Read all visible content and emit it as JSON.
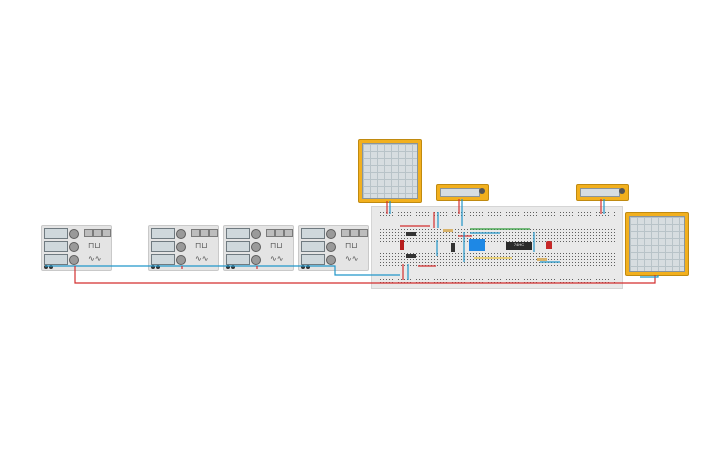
{
  "app": {
    "surface": "circuit-canvas"
  },
  "function_generators": [
    {
      "id": "fg1",
      "waves": [
        "⊓⊔",
        "∿∿"
      ]
    },
    {
      "id": "fg2",
      "waves": [
        "⊓⊔",
        "∿∿"
      ]
    },
    {
      "id": "fg3",
      "waves": [
        "⊓⊔",
        "∿∿"
      ]
    },
    {
      "id": "fg4",
      "waves": [
        "⊓⊔",
        "∿∿"
      ]
    }
  ],
  "oscilloscopes": [
    {
      "id": "scope-top"
    },
    {
      "id": "scope-right"
    }
  ],
  "multimeters": [
    {
      "id": "mm-left"
    },
    {
      "id": "mm-right"
    }
  ],
  "components": {
    "ic_label": "74HC",
    "dip_switch_color": "#1e88e5",
    "led_color": "#c62828"
  },
  "colors": {
    "wire_red": "#d32f2f",
    "wire_blue": "#2196c9",
    "wire_green": "#2e9d3a",
    "wire_yellow": "#e8c13a",
    "instrument_frame": "#f2b01e"
  }
}
